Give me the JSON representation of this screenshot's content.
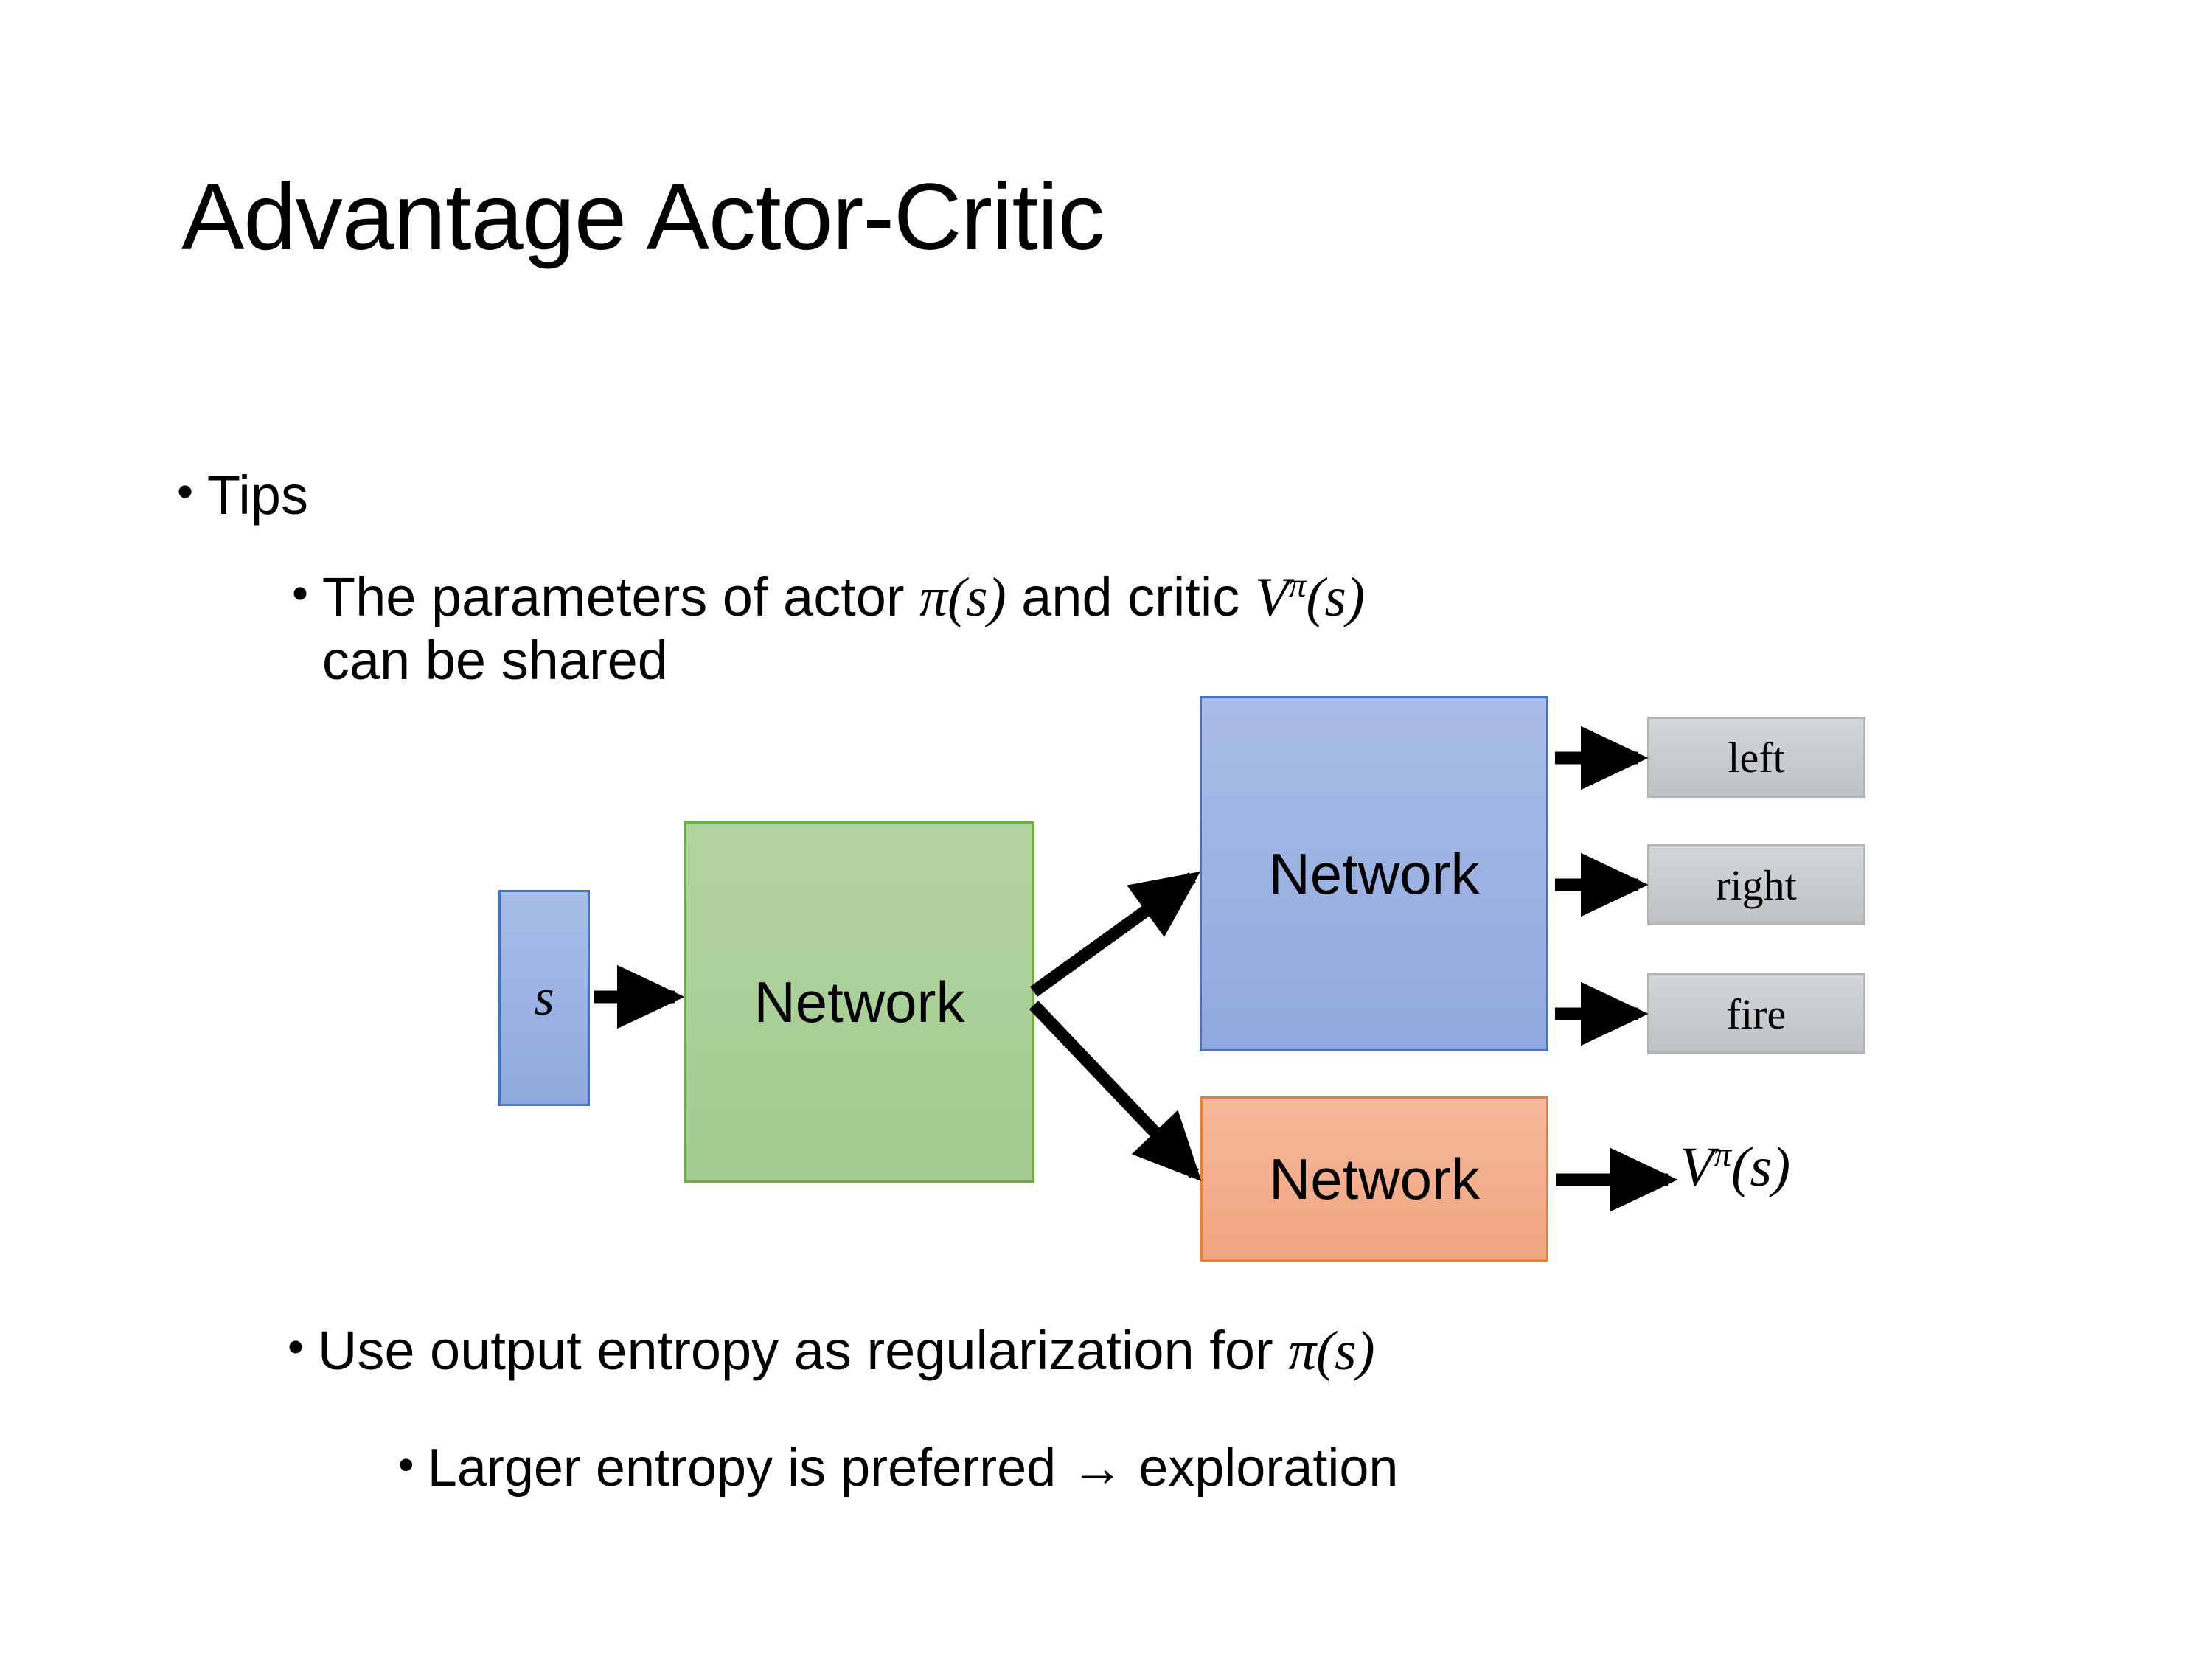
{
  "slide": {
    "title": "Advantage Actor-Critic",
    "background_color": "#ffffff"
  },
  "bullets": {
    "tips": {
      "marker": "•",
      "text": "Tips"
    },
    "shared_params": {
      "marker": "•",
      "text_part_1": "The parameters of actor ",
      "math_pi": "π(s)",
      "text_part_2": " and critic ",
      "math_v": "V",
      "math_v_sup": "π",
      "math_v_arg": "(s)",
      "text_part_3": "can be shared",
      "full_text": "The parameters of actor π(s) and critic Vπ(s) can be shared"
    },
    "entropy": {
      "marker": "•",
      "text_part_1": "Use output entropy as regularization for ",
      "math_pi": "π(s)",
      "full_text": "Use output entropy as regularization for π(s)"
    },
    "larger_entropy": {
      "marker": "•",
      "text": "Larger entropy is preferred → exploration"
    }
  },
  "diagram": {
    "state_node": {
      "label": "s",
      "fill": "#98b0e0",
      "border": "#4472c4"
    },
    "shared_network": {
      "label": "Network",
      "fill": "#a9cf96",
      "border": "#70ad47"
    },
    "actor_network": {
      "label": "Network",
      "fill": "#9ab0e2",
      "border": "#4472c4"
    },
    "critic_network": {
      "label": "Network",
      "fill": "#f3ae8d",
      "border": "#ed7d31"
    },
    "action_outputs": [
      {
        "label": "left",
        "fill": "#c9cccf"
      },
      {
        "label": "right",
        "fill": "#c9cccf"
      },
      {
        "label": "fire",
        "fill": "#c9cccf"
      }
    ],
    "critic_output": {
      "symbol": "V",
      "superscript": "π",
      "argument": "(s)",
      "full": "Vπ(s)"
    },
    "arrow_color": "#000000"
  }
}
